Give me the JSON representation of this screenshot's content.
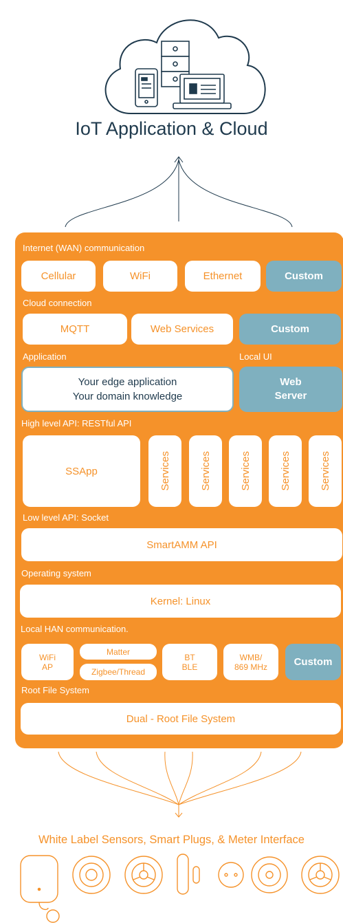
{
  "title": "IoT Application & Cloud",
  "colors": {
    "accent": "#f5922a",
    "custom": "#7fb0bf",
    "dark": "#1f3a4d"
  },
  "sections": {
    "wan": "Internet (WAN) communication",
    "cloud": "Cloud connection",
    "application": "Application",
    "local_ui": "Local UI",
    "high_api": "High level API: RESTful API",
    "low_api": "Low level API: Socket",
    "os": "Operating system",
    "han": "Local HAN communication.",
    "rootfs": "Root File System"
  },
  "wan_boxes": [
    "Cellular",
    "WiFi",
    "Ethernet",
    "Custom"
  ],
  "cloud_boxes": [
    "MQTT",
    "Web Services",
    "Custom"
  ],
  "app": {
    "line1": "Your edge application",
    "line2": "Your domain knowledge"
  },
  "web_server": {
    "line1": "Web",
    "line2": "Server"
  },
  "ssapp": "SSApp",
  "services": [
    "Services",
    "Services",
    "Services",
    "Services",
    "Services"
  ],
  "smartamm": "SmartAMM API",
  "kernel": "Kernel: Linux",
  "han": {
    "wifi_ap": [
      "WiFi",
      "AP"
    ],
    "matter": "Matter",
    "zigbee": "Zigbee/Thread",
    "bt": [
      "BT",
      "BLE"
    ],
    "wmb": [
      "WMB/",
      "869 MHz"
    ],
    "custom": "Custom"
  },
  "rootfs_box": "Dual - Root File System",
  "footer": "White Label Sensors, Smart Plugs, & Meter Interface",
  "icons": [
    "cloud-icon",
    "server-icon",
    "phone-icon",
    "laptop-icon",
    "arrow-up-icon",
    "arrow-down-icon",
    "motion-sensor-icon",
    "button-sensor-icon",
    "smart-plug-icon",
    "door-sensor-icon",
    "dual-socket-icon",
    "smoke-sensor-icon",
    "smart-plug-2-icon"
  ]
}
